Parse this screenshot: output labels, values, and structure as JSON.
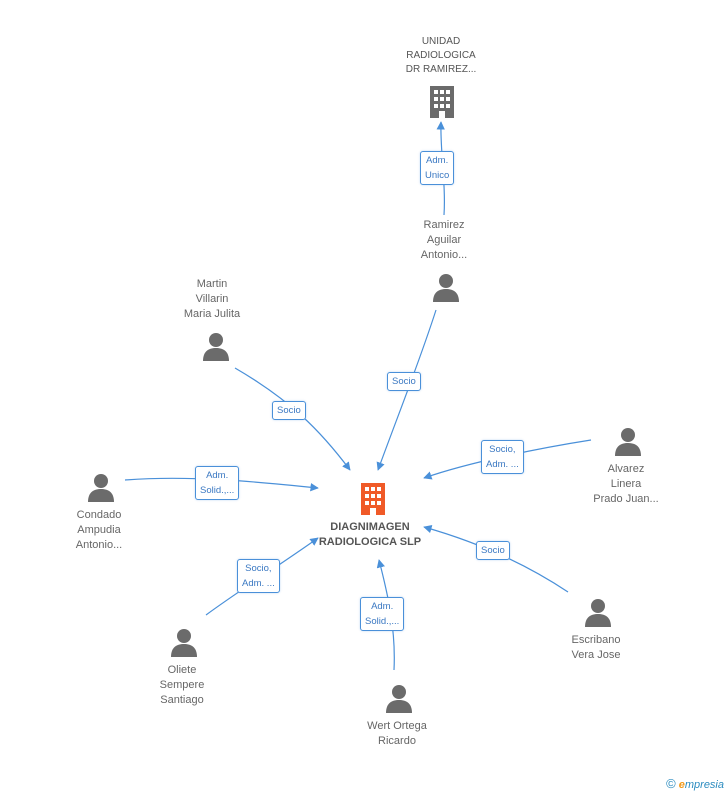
{
  "graph": {
    "main": {
      "label": "DIAGNIMAGEN\nRADIOLOGICA SLP",
      "color": "#f05a28"
    },
    "company": {
      "label": "UNIDAD\nRADIOLOGICA\nDR RAMIREZ...",
      "color": "#6b6b6b"
    },
    "people": [
      {
        "id": "ramirez",
        "label": "Ramirez\nAguilar\nAntonio..."
      },
      {
        "id": "martin",
        "label": "Martin\nVillarin\nMaria Julita"
      },
      {
        "id": "alvarez",
        "label": "Alvarez\nLinera\nPrado Juan..."
      },
      {
        "id": "condado",
        "label": "Condado\nAmpudia\nAntonio..."
      },
      {
        "id": "escribano",
        "label": "Escribano\nVera Jose"
      },
      {
        "id": "oliete",
        "label": "Oliete\nSempere\nSantiago"
      },
      {
        "id": "wert",
        "label": "Wert Ortega\nRicardo"
      }
    ],
    "edges": [
      {
        "id": "e-ramirez-unidad",
        "label": "Adm.\nUnico"
      },
      {
        "id": "e-ramirez-main",
        "label": "Socio"
      },
      {
        "id": "e-martin-main",
        "label": "Socio"
      },
      {
        "id": "e-alvarez-main",
        "label": "Socio,\nAdm. ..."
      },
      {
        "id": "e-condado-main",
        "label": "Adm.\nSolid.,..."
      },
      {
        "id": "e-escribano-main",
        "label": "Socio"
      },
      {
        "id": "e-oliete-main",
        "label": "Socio,\nAdm. ..."
      },
      {
        "id": "e-wert-main",
        "label": "Adm.\nSolid.,..."
      }
    ],
    "edge_color": "#4a90d9",
    "person_color": "#6b6b6b"
  },
  "footer": {
    "copyright": "©",
    "brand_e": "e",
    "brand_rest": "mpresia"
  }
}
